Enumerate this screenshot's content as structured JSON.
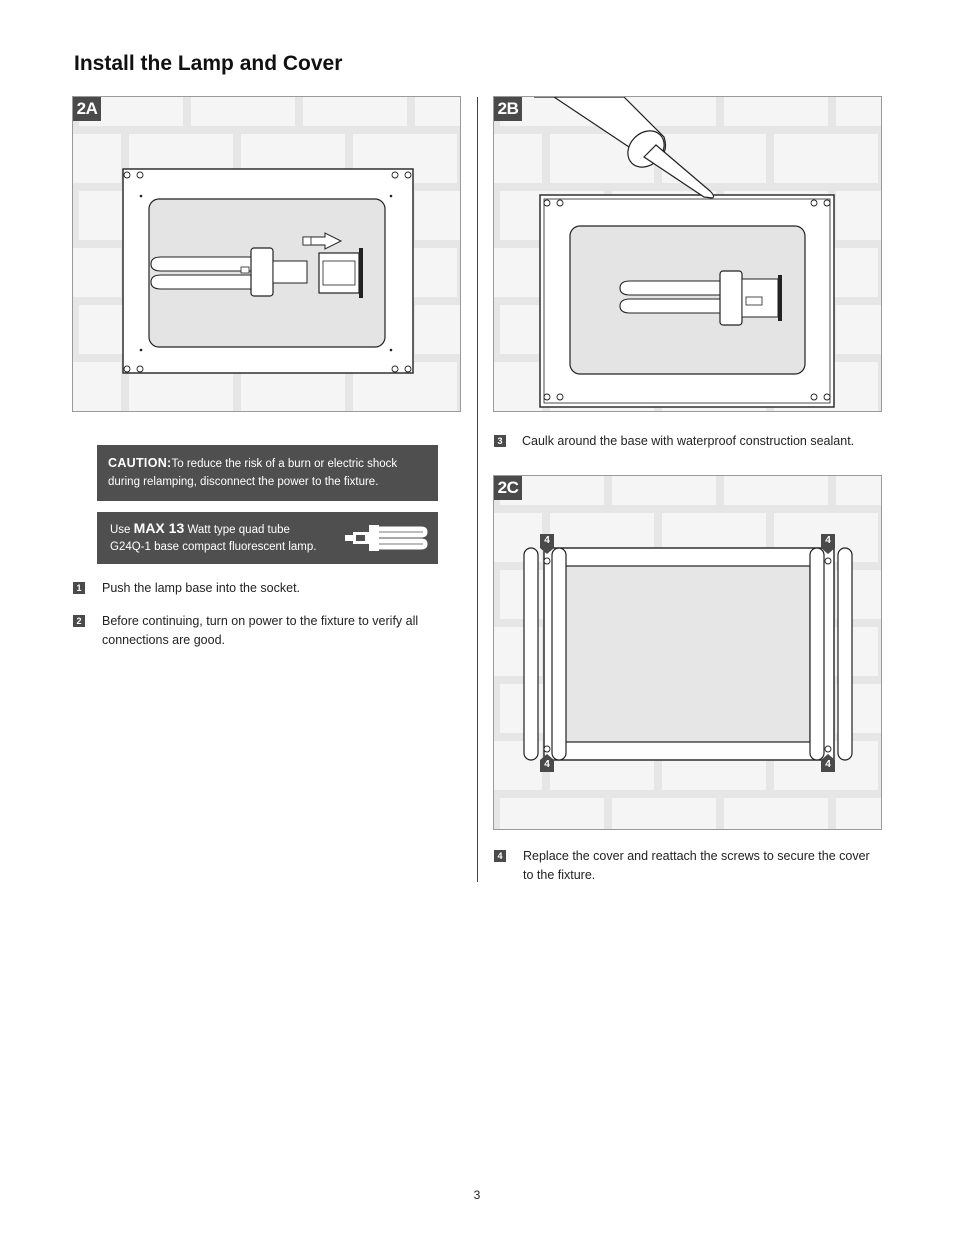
{
  "title": "Install the Lamp and Cover",
  "panels": {
    "a": {
      "label": "2A"
    },
    "b": {
      "label": "2B"
    },
    "c": {
      "label": "2C"
    }
  },
  "caution": {
    "heading": "CAUTION:",
    "text_line1": "To reduce the risk of a burn or electric shock",
    "text_line2": "during relamping, disconnect the power to the fixture."
  },
  "lamp_note": {
    "use": "Use",
    "max": "MAX 13",
    "line1_rest": "Watt type quad tube",
    "line2": "G24Q-1 base compact fluorescent lamp."
  },
  "steps": [
    {
      "num": "1",
      "line1": "Push the lamp base into the socket."
    },
    {
      "num": "2",
      "line1": "Before continuing, turn on power to the fixture to verify all",
      "line2": "connections are good."
    },
    {
      "num": "3",
      "line1": "Caulk around the base with waterproof construction sealant."
    },
    {
      "num": "4",
      "line1": "Replace the cover and reattach the screws to secure the cover",
      "line2": "to the fixture."
    }
  ],
  "callout_number": "4",
  "page_number": "3",
  "colors": {
    "label_bg": "#4a4a4a",
    "note_bg": "#4f4f4f",
    "wall": "#e6e6e6",
    "brick": "#f5f5f5"
  }
}
